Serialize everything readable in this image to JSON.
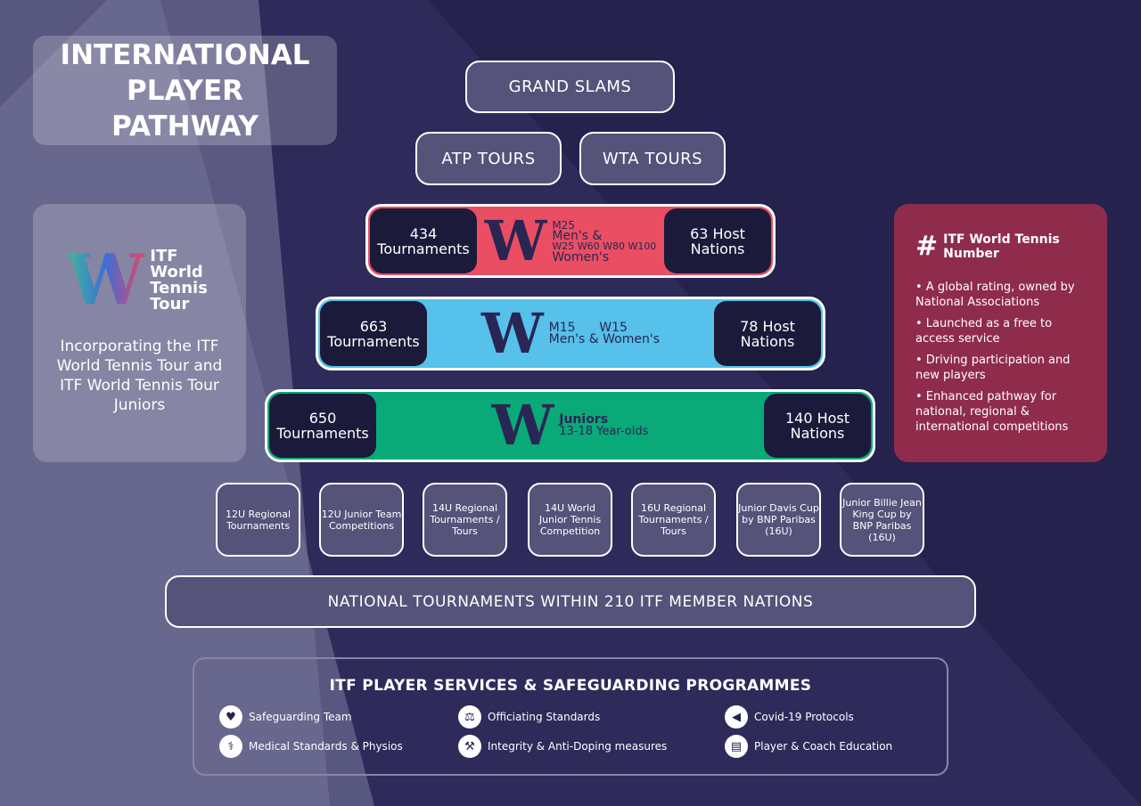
{
  "title": "INTERNATIONAL PLAYER PATHWAY",
  "top": {
    "grand_slams": "GRAND SLAMS",
    "atp": "ATP TOURS",
    "wta": "WTA TOURS"
  },
  "bands": [
    {
      "left": "434 Tournaments",
      "right": "63 Host Nations",
      "l1": "M25",
      "l2": "Men's &",
      "l3": "W25 W60 W80 W100",
      "l4": "Women's",
      "color": "#e94e63"
    },
    {
      "left": "663 Tournaments",
      "right": "78 Host Nations",
      "l1": "M15      W15",
      "l2": "Men's & Women's",
      "color": "#56c1ea"
    },
    {
      "left": "650 Tournaments",
      "right": "140 Host Nations",
      "l1": "Juniors",
      "l2": "13-18 Year-olds",
      "color": "#0aa978"
    }
  ],
  "juniors": [
    "12U Regional Tournaments",
    "12U Junior Team Competitions",
    "14U Regional Tournaments / Tours",
    "14U World Junior Tennis Competition",
    "16U Regional Tournaments / Tours",
    "Junior Davis Cup by BNP Paribas (16U)",
    "Junior Billie Jean King Cup by BNP Paribas (16U)"
  ],
  "national": "NATIONAL TOURNAMENTS WITHIN 210 ITF MEMBER NATIONS",
  "left_panel": {
    "logo": "ITF World Tennis Tour",
    "text": "Incorporating the ITF World Tennis Tour and ITF World Tennis Tour Juniors"
  },
  "right_panel": {
    "logo": "ITF World Tennis Number",
    "bullets": [
      "• A global rating, owned by National Associations",
      "• Launched as a free to access service",
      "• Driving participation and new players",
      "• Enhanced pathway for national, regional & international competitions"
    ]
  },
  "services": {
    "title": "ITF PLAYER SERVICES & SAFEGUARDING PROGRAMMES",
    "items": [
      "Safeguarding Team",
      "Medical Standards & Physios",
      "Officiating Standards",
      "Integrity & Anti-Doping measures",
      "Covid-19 Protocols",
      "Player & Coach Education"
    ]
  }
}
